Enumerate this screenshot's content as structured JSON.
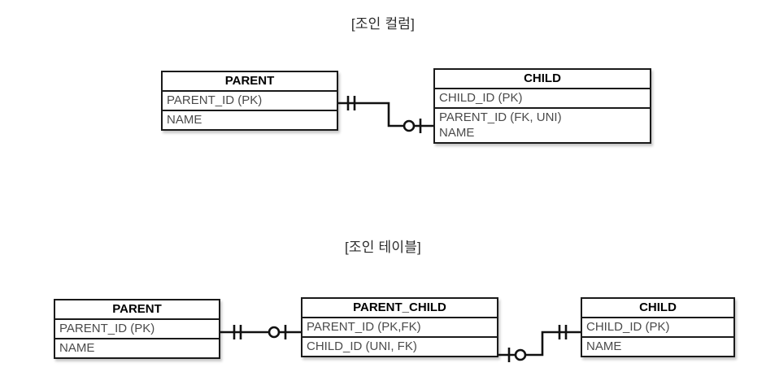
{
  "diagrams": [
    {
      "id": "join-column",
      "title": "[조인 컬럼]",
      "entities": [
        {
          "key": "parent",
          "name": "PARENT",
          "rows": [
            {
              "text": "PARENT_ID (PK)"
            },
            {
              "text": "NAME"
            }
          ]
        },
        {
          "key": "child",
          "name": "CHILD",
          "rows": [
            {
              "text": "CHILD_ID (PK)"
            },
            {
              "text": "PARENT_ID (FK, UNI)",
              "sub": "NAME"
            }
          ]
        }
      ],
      "relationships": [
        {
          "key": "parent-to-child",
          "from": "PARENT.PARENT_ID",
          "to": "CHILD.PARENT_ID",
          "from_cardinality": "one-and-only-one",
          "to_cardinality": "zero-or-one",
          "route": "step-down"
        }
      ]
    },
    {
      "id": "join-table",
      "title": "[조인 테이블]",
      "entities": [
        {
          "key": "parent",
          "name": "PARENT",
          "rows": [
            {
              "text": "PARENT_ID (PK)"
            },
            {
              "text": "NAME"
            }
          ]
        },
        {
          "key": "parent_child",
          "name": "PARENT_CHILD",
          "rows": [
            {
              "text": "PARENT_ID (PK,FK)"
            },
            {
              "text": "CHILD_ID (UNI, FK)"
            }
          ]
        },
        {
          "key": "child",
          "name": "CHILD",
          "rows": [
            {
              "text": "CHILD_ID (PK)"
            },
            {
              "text": "NAME"
            }
          ]
        }
      ],
      "relationships": [
        {
          "key": "parent-to-parent_child",
          "from": "PARENT.PARENT_ID",
          "to": "PARENT_CHILD.PARENT_ID",
          "from_cardinality": "one-and-only-one",
          "to_cardinality": "zero-or-one",
          "route": "straight"
        },
        {
          "key": "parent_child-to-child",
          "from": "PARENT_CHILD.CHILD_ID",
          "to": "CHILD.CHILD_ID",
          "from_cardinality": "zero-or-one",
          "to_cardinality": "one-and-only-one",
          "route": "step-up"
        }
      ]
    }
  ],
  "style": {
    "background": "#ffffff",
    "border_color": "#1a1a1a",
    "header_text_color": "#000000",
    "row_text_color": "#4a4a4a",
    "title_text_color": "#2b2b2b",
    "connector_color": "#111111"
  }
}
